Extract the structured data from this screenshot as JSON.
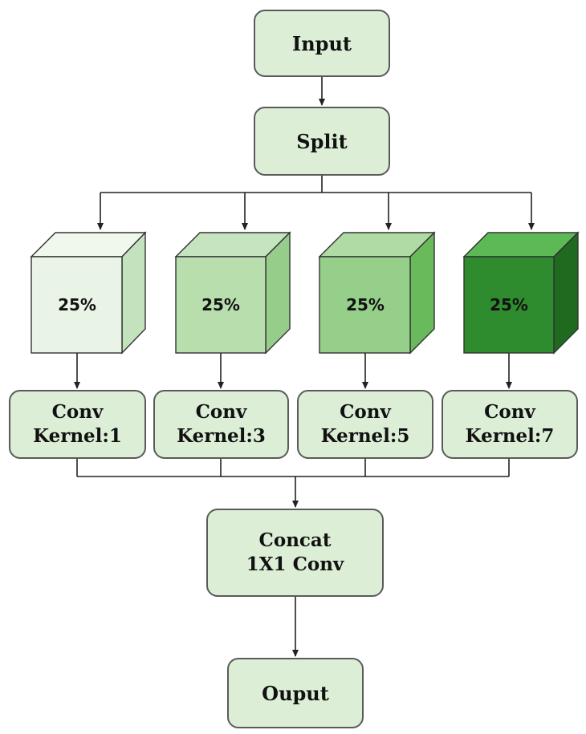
{
  "nodes": {
    "input": "Input",
    "split": "Split",
    "concat": [
      "Concat",
      "1X1 Conv"
    ],
    "output": "Ouput"
  },
  "branches": [
    {
      "percent": "25%",
      "conv": [
        "Conv",
        "Kernel:1"
      ],
      "colors": {
        "front": "#e9f4e6",
        "top": "#f0f8ed",
        "side": "#c4e2bd"
      }
    },
    {
      "percent": "25%",
      "conv": [
        "Conv",
        "Kernel:3"
      ],
      "colors": {
        "front": "#b8deae",
        "top": "#c6e5be",
        "side": "#97cd8b"
      }
    },
    {
      "percent": "25%",
      "conv": [
        "Conv",
        "Kernel:5"
      ],
      "colors": {
        "front": "#96cf89",
        "top": "#b0dba5",
        "side": "#68ba5a"
      }
    },
    {
      "percent": "25%",
      "conv": [
        "Conv",
        "Kernel:7"
      ],
      "colors": {
        "front": "#2e8b2e",
        "top": "#5cb955",
        "side": "#1f6a1f"
      }
    }
  ],
  "style": {
    "box_fill": "#dcefd6",
    "box_border": "#5a5a5a",
    "line_color": "#222222"
  }
}
